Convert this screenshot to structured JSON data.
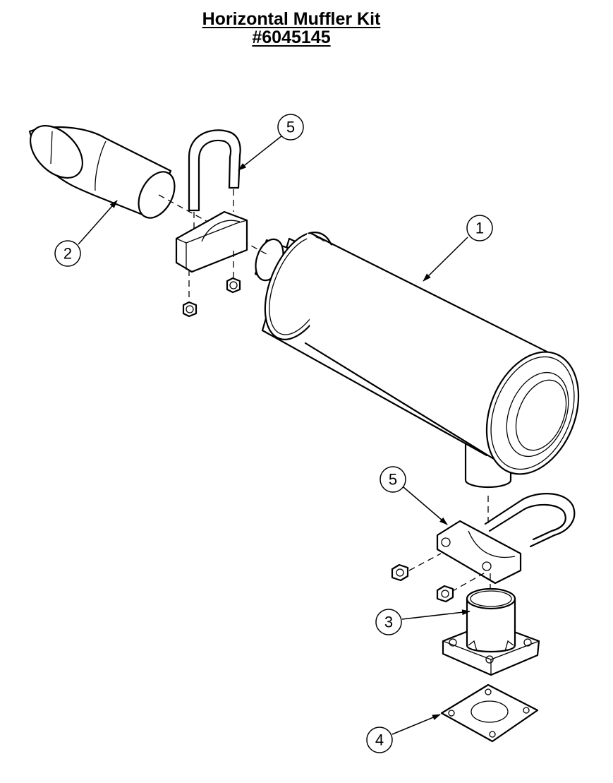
{
  "title": {
    "line1": "Horizontal Muffler Kit",
    "line2": "#6045145"
  },
  "callouts": [
    {
      "id": "muffler",
      "number": "1"
    },
    {
      "id": "exhaust-tip",
      "number": "2"
    },
    {
      "id": "flange-adapter",
      "number": "3"
    },
    {
      "id": "gasket",
      "number": "4"
    },
    {
      "id": "clamp-upper",
      "number": "5"
    },
    {
      "id": "clamp-lower",
      "number": "5"
    }
  ]
}
